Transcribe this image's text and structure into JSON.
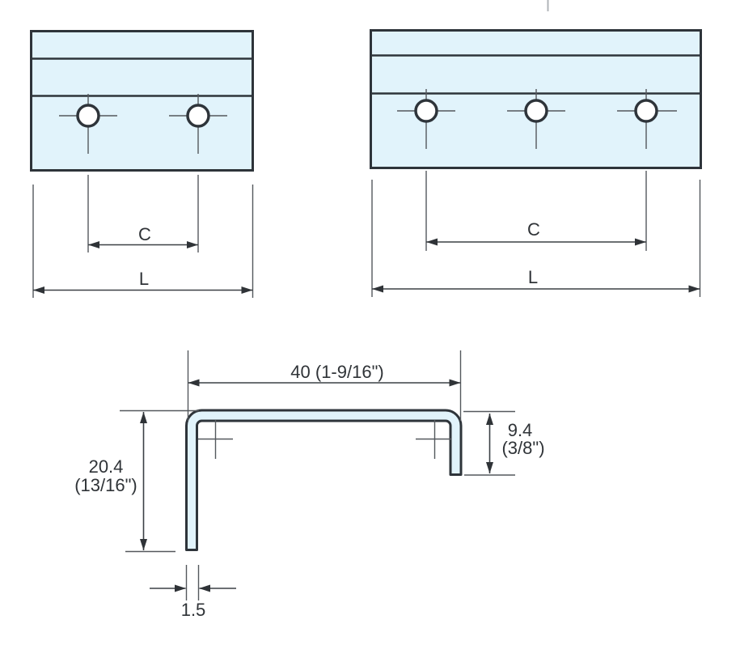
{
  "diagram": {
    "title_hint": "handle-profile-engineering-drawing",
    "view_2hole": {
      "hole_count": 2,
      "dim_c_label": "C",
      "dim_l_label": "L"
    },
    "view_3hole": {
      "hole_count": 3,
      "dim_c_label": "C",
      "dim_l_label": "L"
    },
    "cross_section": {
      "dim_width": "40 (1-9/16\")",
      "dim_height_left_mm": "20.4",
      "dim_height_left_in": "(13/16\")",
      "dim_height_right_mm": "9.4",
      "dim_height_right_in": "(3/8\")",
      "dim_thickness": "1.5"
    },
    "colors": {
      "part_fill": "#e1f3fb",
      "part_outline": "#2e343a",
      "dim_line": "#54585d",
      "text": "#2f3337",
      "hole_fill": "#ffffff"
    }
  }
}
